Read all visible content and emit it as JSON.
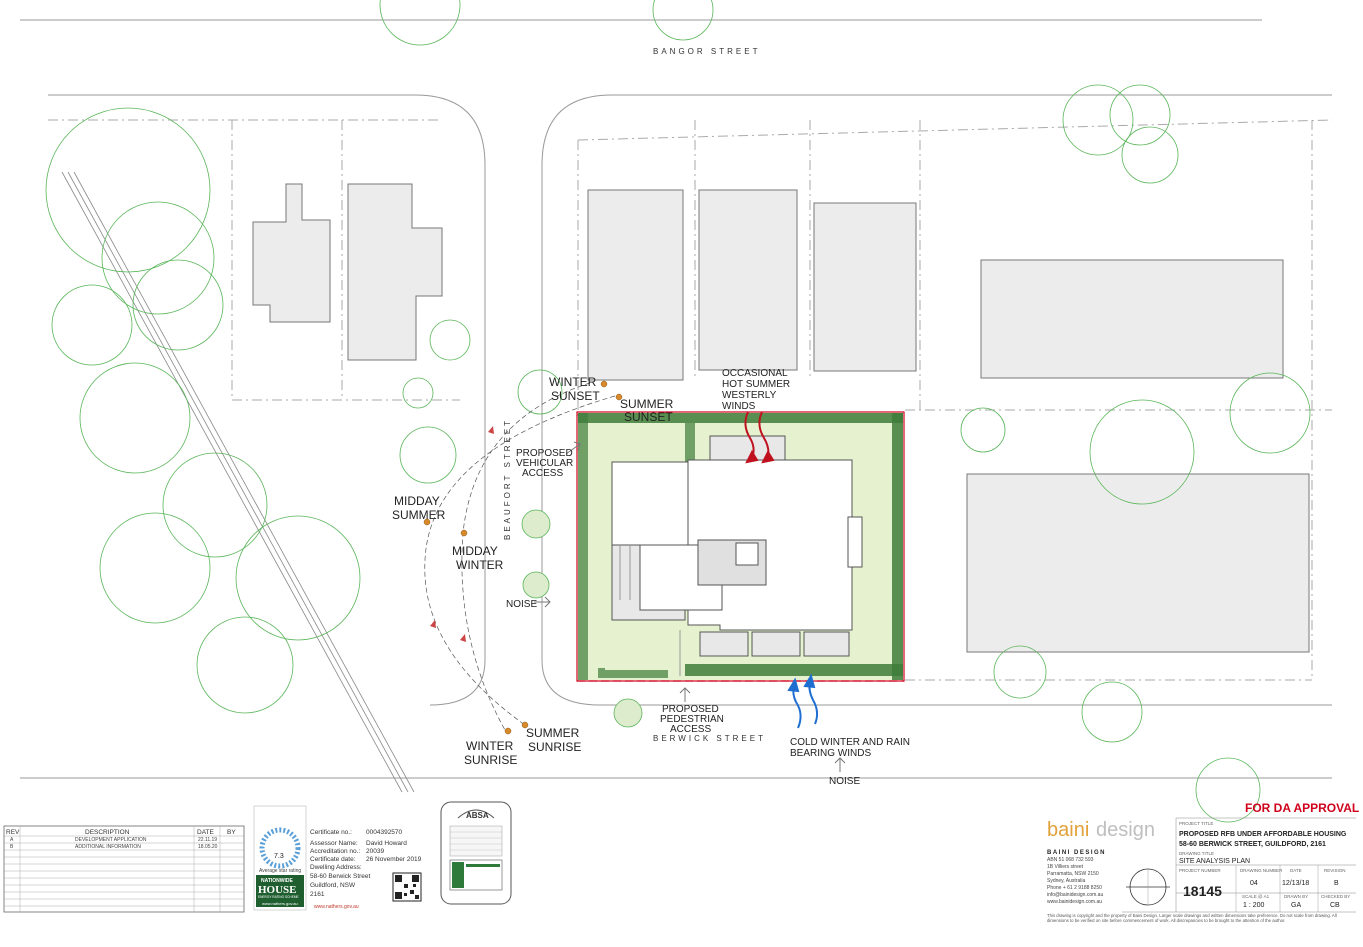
{
  "streets": {
    "north": "BANGOR STREET",
    "west": "BEAUFORT STREET",
    "south": "BERWICK STREET"
  },
  "sun_labels": {
    "winter_sunset": [
      "WINTER",
      "SUNSET"
    ],
    "summer_sunset": [
      "SUMMER",
      "SUNSET"
    ],
    "midday_summer": [
      "MIDDAY",
      "SUMMER"
    ],
    "midday_winter": [
      "MIDDAY",
      "WINTER"
    ],
    "winter_sunrise": [
      "WINTER",
      "SUNRISE"
    ],
    "summer_sunrise": [
      "SUMMER",
      "SUNRISE"
    ]
  },
  "annotations": {
    "hot_winds": [
      "OCCASIONAL",
      "HOT SUMMER",
      "WESTERLY",
      "WINDS"
    ],
    "vehicular_access": [
      "PROPOSED",
      "VEHICULAR",
      "ACCESS"
    ],
    "pedestrian_access": [
      "PROPOSED",
      "PEDESTRIAN",
      "ACCESS"
    ],
    "cold_winds": [
      "COLD WINTER AND RAIN",
      "BEARING WINDS"
    ],
    "noise_west": "NOISE",
    "noise_south": "NOISE"
  },
  "revision_table": {
    "headers": [
      "REV",
      "DESCRIPTION",
      "DATE",
      "BY"
    ],
    "rows": [
      [
        "A",
        "DEVELOPMENT APPLICATION",
        "22.11.19",
        ""
      ],
      [
        "B",
        "ADDITIONAL INFORMATION",
        "18.05.20",
        ""
      ]
    ]
  },
  "nathers": {
    "star_rating": "7.3",
    "rating_caption": "Average star rating",
    "badge_line1": "NATIONWIDE",
    "badge_line2": "HOUSE",
    "badge_line3": "ENERGY RATING SCHEME",
    "badge_url": "www.nathers.gov.au",
    "fields": [
      {
        "label": "Certificate no.:",
        "value": "0004392570"
      },
      {
        "label": "Assessor Name:",
        "value": "David Howard"
      },
      {
        "label": "Accreditation no.:",
        "value": "20039"
      },
      {
        "label": "Certificate date:",
        "value": "26 November 2019"
      },
      {
        "label": "Dwelling Address:",
        "value": ""
      }
    ],
    "address": [
      "58-60 Berwick Street",
      "Guildford, NSW",
      "2161"
    ],
    "footer_url": "www.nathers.gov.au"
  },
  "absa": {
    "logo": "ABSA"
  },
  "title_block": {
    "approval": "FOR DA APPROVAL",
    "company_logo_a": "baini",
    "company_logo_b": "design",
    "company_name": "BAINI DESIGN",
    "company_lines": [
      "ABN 51 068 732 593",
      "1B Villiers street",
      "Parramatta, NSW 2150",
      "Sydney, Australia",
      "Phone + 61 2 9188 8250",
      "info@bainidesign.com.au",
      "www.bainidesign.com.au"
    ],
    "project_title_label": "PROJECT TITLE",
    "project_title": "PROPOSED RFB UNDER AFFORDABLE HOUSING",
    "project_address": "58-60 BERWICK STREET, GUILDFORD, 2161",
    "drawing_title_label": "DRAWING TITLE",
    "drawing_title": "SITE ANALYSIS PLAN",
    "project_number_label": "PROJECT NUMBER",
    "project_number": "18145",
    "drawing_number_label": "DRAWING NUMBER",
    "drawing_number": "04",
    "date_label": "DATE",
    "date": "12/13/18",
    "revision_label": "REVISION",
    "revision": "B",
    "scale_label": "SCALE @ A1",
    "scale": "1 : 200",
    "drawn_by_label": "DRAWN BY",
    "drawn_by": "GA",
    "checked_by_label": "CHECKED BY",
    "checked_by": "CB",
    "disclaimer": "This drawing is copyright and the property of Baini Design. Larger scale drawings and written dimensions take preference. Do not scale from drawing. All dimensions to be verified on site before commencement of work. All discrepancies to be brought to the attention of the author."
  },
  "colors": {
    "site_boundary": "#d0021b",
    "hot_wind": "#c0111f",
    "cold_wind": "#1f6fd1",
    "landscape": "#e6f2cf",
    "hedge": "#3e7d3a",
    "sun_marker": "#d88a2b",
    "tree_outline": "#5ab55a"
  }
}
